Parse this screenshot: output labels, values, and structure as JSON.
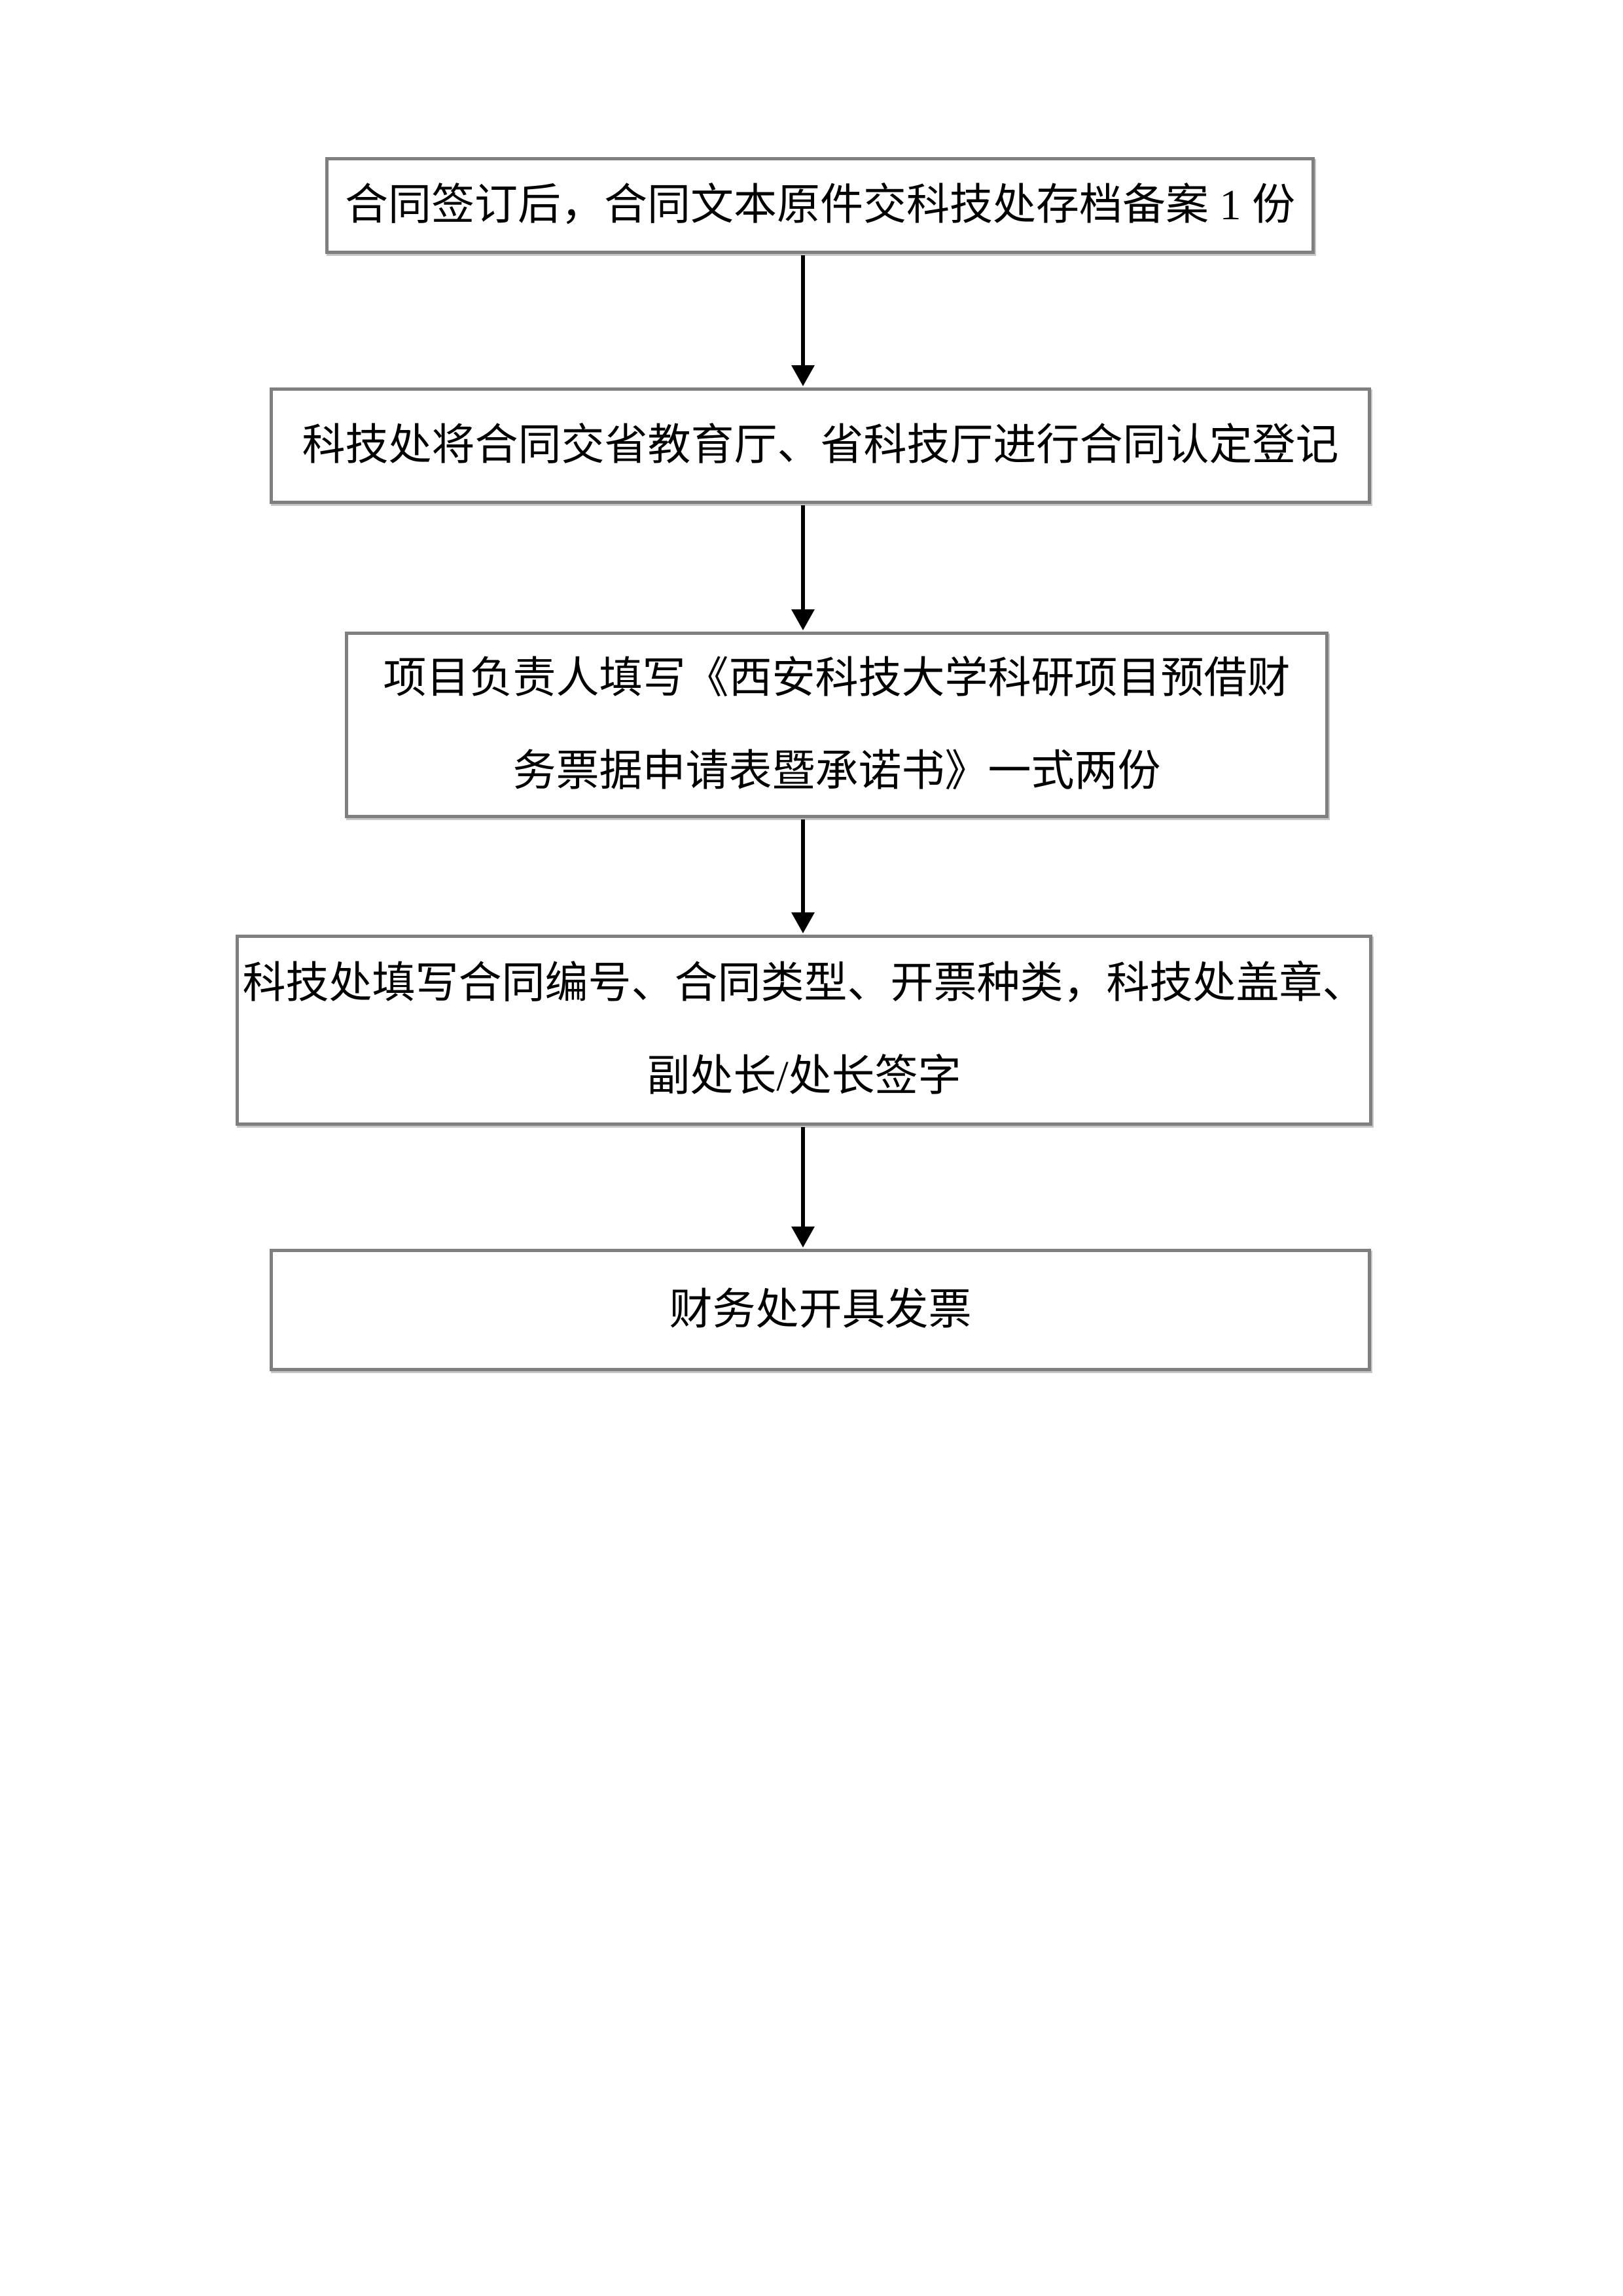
{
  "flowchart": {
    "border_color": "#7f7f7f",
    "arrow_color": "#000000",
    "background_color": "#ffffff",
    "steps": [
      {
        "id": "step-1",
        "lines": [
          "合同签订后，合同文本原件交科技处存档备案 1 份"
        ]
      },
      {
        "id": "step-2",
        "lines": [
          "科技处将合同交省教育厅、省科技厅进行合同认定登记"
        ]
      },
      {
        "id": "step-3",
        "lines": [
          "项目负责人填写《西安科技大学科研项目预借财",
          "务票据申请表暨承诺书》一式两份"
        ]
      },
      {
        "id": "step-4",
        "lines": [
          "科技处填写合同编号、合同类型、开票种类，科技处盖章、",
          "副处长/处长签字"
        ]
      },
      {
        "id": "step-5",
        "lines": [
          "财务处开具发票"
        ]
      }
    ]
  }
}
